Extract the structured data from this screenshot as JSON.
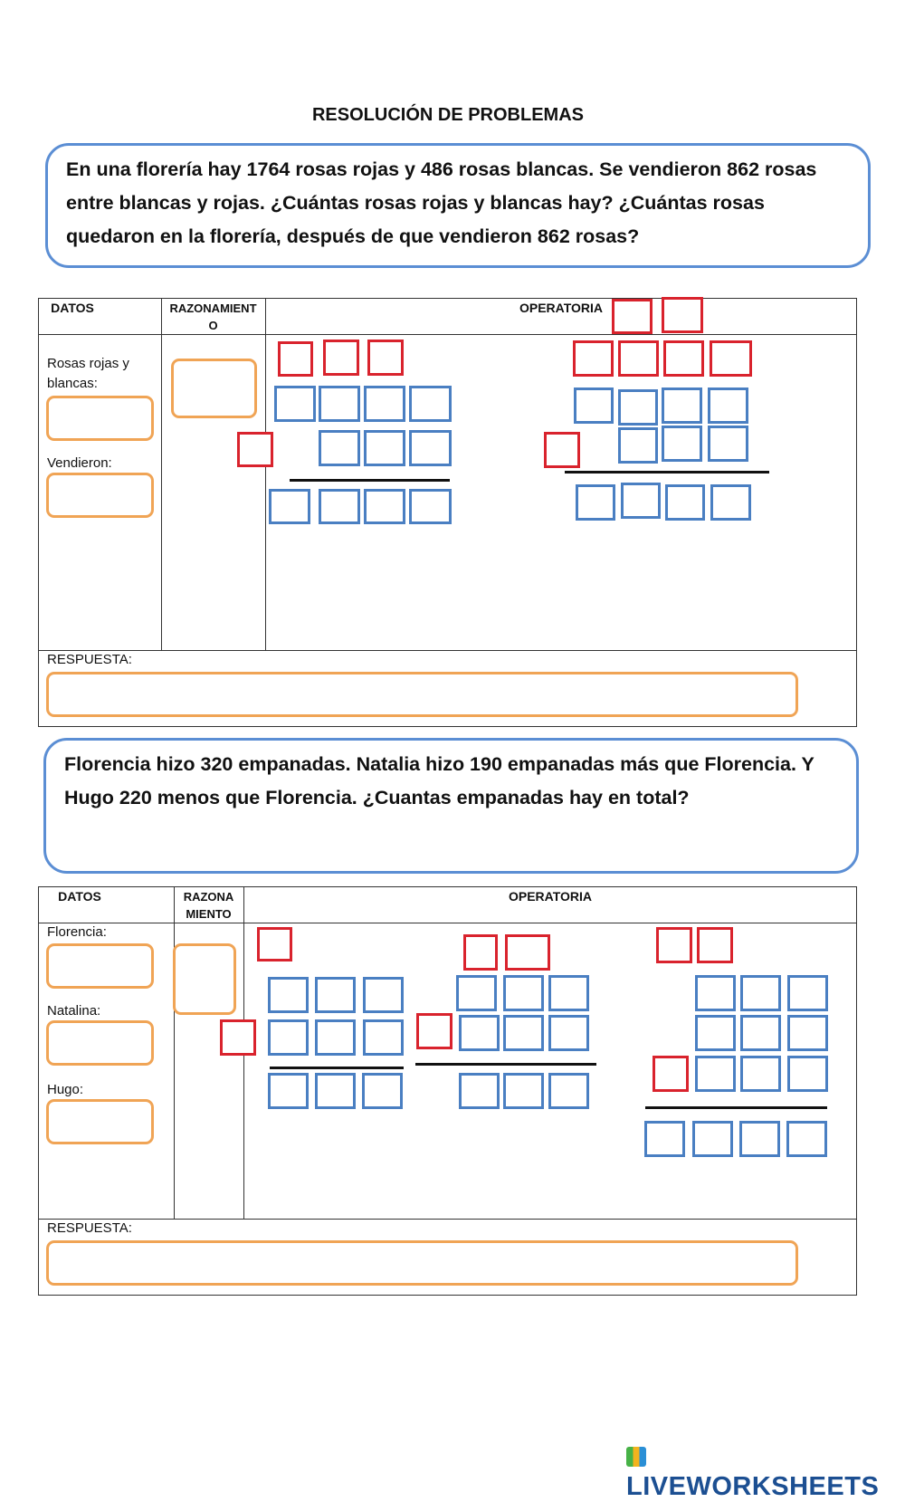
{
  "page": {
    "title": "RESOLUCIÓN DE PROBLEMAS",
    "brand": "LIVEWORKSHEETS",
    "colors": {
      "problem_border": "#5b8ed4",
      "input_border": "#f0a455",
      "digit_box_blue": "#4a7fc2",
      "digit_box_red": "#d9232d"
    }
  },
  "problem1": {
    "text": "En una florería hay 1764 rosas rojas y 486 rosas blancas. Se vendieron 862 rosas entre blancas y rojas. ¿Cuántas rosas rojas y blancas hay? ¿Cuántas rosas quedaron en la florería, después de que vendieron 862 rosas?",
    "headers": {
      "datos": "DATOS",
      "razonamiento": "RAZONAMIENTO",
      "operatoria": "OPERATORIA"
    },
    "labels": {
      "rosas": "Rosas rojas y blancas:",
      "vendieron": "Vendieron:"
    },
    "respuesta": "RESPUESTA:"
  },
  "problem2": {
    "text": "Florencia hizo 320 empanadas. Natalia hizo 190 empanadas más que Florencia. Y Hugo 220 menos que Florencia. ¿Cuantas empanadas hay en total?",
    "headers": {
      "datos": "DATOS",
      "razonamiento": "RAZONA MIENTO",
      "operatoria": "OPERATORIA"
    },
    "labels": {
      "florencia": "Florencia:",
      "natalina": "Natalina:",
      "hugo": "Hugo:"
    },
    "respuesta": "RESPUESTA:"
  }
}
